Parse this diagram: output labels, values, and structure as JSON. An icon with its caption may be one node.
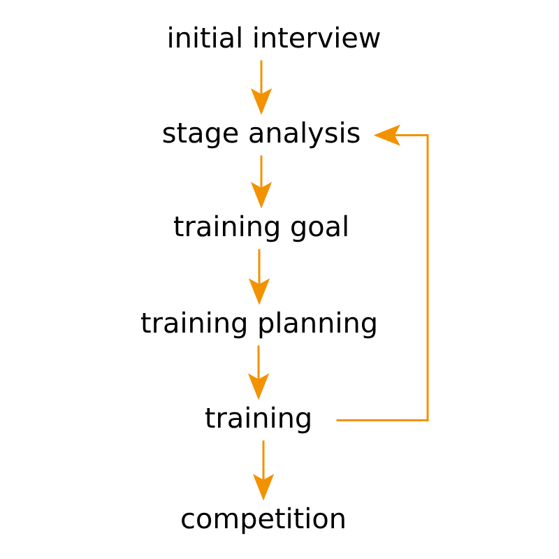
{
  "diagram": {
    "nodes": [
      {
        "text": [
          "initial interview"
        ]
      },
      {
        "text": [
          "stage analysis"
        ]
      },
      {
        "text": [
          "training goal"
        ]
      },
      {
        "text": [
          "training planning"
        ]
      },
      {
        "text": [
          "training"
        ]
      },
      {
        "text": [
          "competition"
        ]
      }
    ],
    "edges": [
      {
        "from": 0,
        "to": 1,
        "arrow": "to"
      },
      {
        "from": 1,
        "to": 2,
        "arrow": "to"
      },
      {
        "from": 2,
        "to": 3,
        "arrow": "to"
      },
      {
        "from": 3,
        "to": 4,
        "arrow": "to"
      },
      {
        "from": 4,
        "to": 5,
        "arrow": "to"
      },
      {
        "from": 4,
        "to": 1,
        "arrow": "to"
      }
    ]
  }
}
